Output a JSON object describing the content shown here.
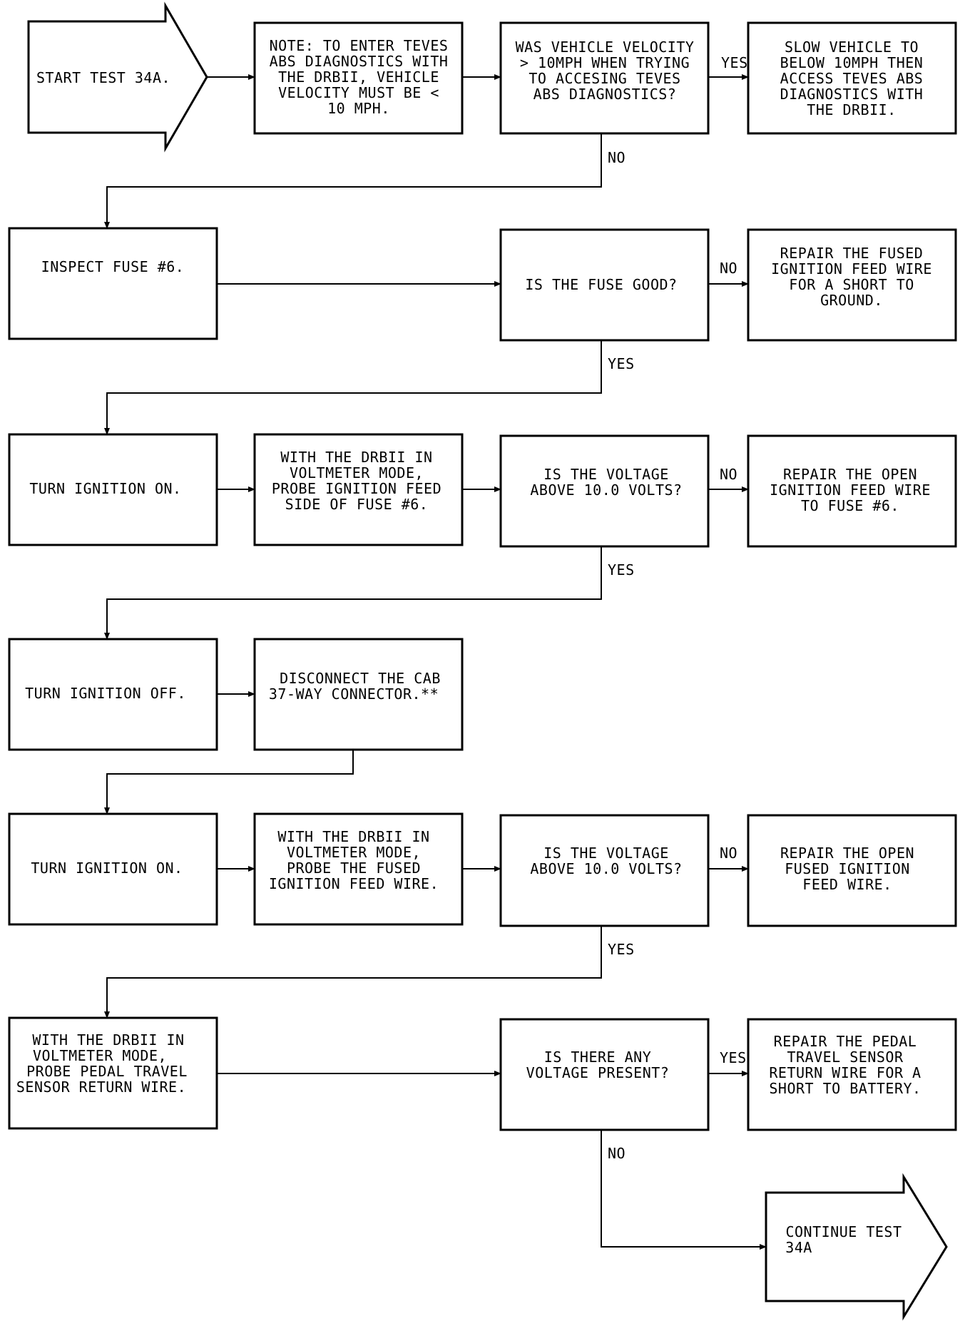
{
  "start": [
    "START TEST 34A."
  ],
  "note": [
    "NOTE: TO ENTER TEVES",
    "ABS DIAGNOSTICS WITH",
    "THE DRBII, VEHICLE",
    "VELOCITY MUST BE <",
    "10 MPH."
  ],
  "q_velocity": [
    "WAS VEHICLE VELOCITY",
    "> 10MPH WHEN TRYING",
    "TO ACCESING TEVES",
    "ABS DIAGNOSTICS?"
  ],
  "slow_vehicle": [
    "SLOW VEHICLE TO",
    "BELOW 10MPH THEN",
    "ACCESS TEVES ABS",
    "DIAGNOSTICS WITH",
    "THE DRBII."
  ],
  "inspect_fuse": [
    "INSPECT FUSE #6."
  ],
  "q_fuse": [
    "IS THE FUSE GOOD?"
  ],
  "repair_short": [
    "REPAIR THE FUSED",
    "IGNITION FEED WIRE",
    "FOR A SHORT TO",
    "GROUND."
  ],
  "ign_on_1": [
    "TURN IGNITION ON."
  ],
  "probe_fuse": [
    "WITH THE DRBII IN",
    "VOLTMETER MODE,",
    "PROBE IGNITION FEED",
    "SIDE OF FUSE #6."
  ],
  "q_volt_1": [
    "IS THE VOLTAGE",
    "ABOVE 10.0 VOLTS?"
  ],
  "repair_open_1": [
    "REPAIR THE OPEN",
    "IGNITION FEED WIRE",
    "TO FUSE #6."
  ],
  "ign_off": [
    "TURN IGNITION OFF."
  ],
  "disconnect": [
    "DISCONNECT THE CAB",
    "37-WAY CONNECTOR.**"
  ],
  "ign_on_2": [
    "TURN IGNITION ON."
  ],
  "probe_fused": [
    "WITH THE DRBII IN",
    "VOLTMETER MODE,",
    "PROBE THE FUSED",
    "IGNITION FEED WIRE."
  ],
  "q_volt_2": [
    "IS THE VOLTAGE",
    "ABOVE 10.0 VOLTS?"
  ],
  "repair_open_2": [
    "REPAIR THE OPEN",
    "FUSED IGNITION",
    "FEED WIRE."
  ],
  "probe_pedal": [
    "WITH THE DRBII IN",
    "VOLTMETER MODE,",
    "PROBE PEDAL TRAVEL",
    "SENSOR RETURN WIRE."
  ],
  "q_any_volt": [
    "IS THERE ANY",
    "VOLTAGE PRESENT?"
  ],
  "repair_pedal": [
    "REPAIR THE PEDAL",
    "TRAVEL SENSOR",
    "RETURN WIRE FOR A",
    "SHORT TO BATTERY."
  ],
  "continue": [
    "CONTINUE TEST",
    "34A"
  ],
  "labels": {
    "yes_1": "YES",
    "no_1": "NO",
    "no_2": "NO",
    "yes_2": "YES",
    "no_3": "NO",
    "yes_3": "YES",
    "no_4": "NO",
    "yes_4": "YES",
    "yes_5": "YES",
    "no_5": "NO"
  }
}
